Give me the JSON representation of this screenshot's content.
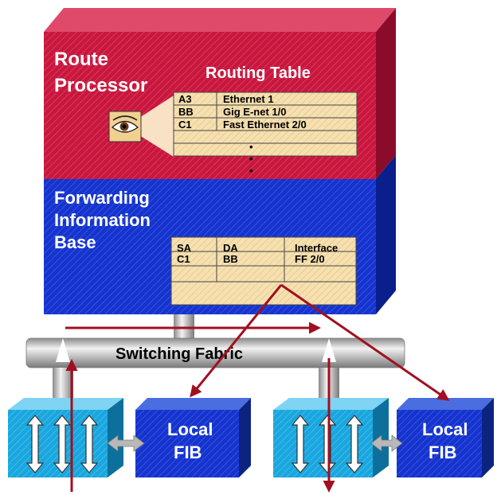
{
  "route_processor": {
    "title_line1": "Route",
    "title_line2": "Processor",
    "table_title": "Routing Table",
    "rows": [
      {
        "prefix": "A3",
        "interface": "Ethernet 1"
      },
      {
        "prefix": "BB",
        "interface": "Gig E-net 1/0"
      },
      {
        "prefix": "C1",
        "interface": "Fast Ethernet 2/0"
      }
    ],
    "ellipsis": [
      "•",
      "•",
      "•"
    ]
  },
  "fib": {
    "title_line1": "Forwarding",
    "title_line2": "Information",
    "title_line3": "Base",
    "headers": {
      "sa": "SA",
      "da": "DA",
      "interface": "Interface"
    },
    "row": {
      "sa": "C1",
      "da": "BB",
      "interface": "FF 2/0"
    }
  },
  "switching_fabric": {
    "label": "Switching Fabric"
  },
  "line_cards": [
    {
      "fib_line1": "Local",
      "fib_line2": "FIB"
    },
    {
      "fib_line1": "Local",
      "fib_line2": "FIB"
    }
  ],
  "colors": {
    "route_processor": "#c0143c",
    "fib": "#1432c8",
    "line_card": "#18a8e0",
    "local_fib": "#1e46c8",
    "arrow": "#a01020",
    "table_fill": "#f3d9a6"
  }
}
